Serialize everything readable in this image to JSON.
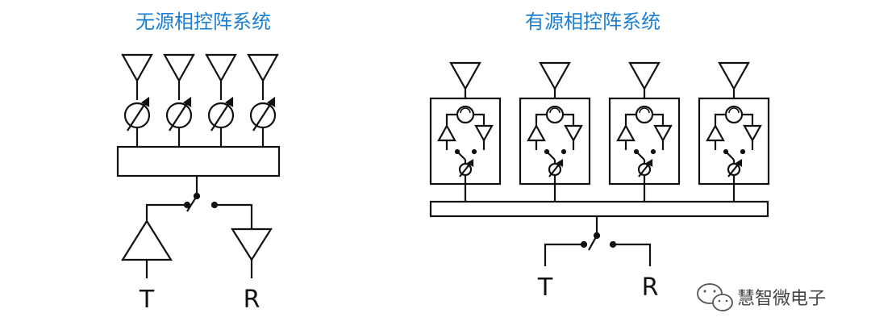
{
  "left_panel": {
    "title": "无源相控阵系统",
    "transmit_label": "T",
    "receive_label": "R"
  },
  "right_panel": {
    "title": "有源相控阵系统",
    "transmit_label": "T",
    "receive_label": "R"
  },
  "watermark": {
    "text": "慧智微电子",
    "icon": "wechat-icon"
  },
  "colors": {
    "title": "#1a7fd4",
    "line": "#111111",
    "watermark": "#444444"
  }
}
